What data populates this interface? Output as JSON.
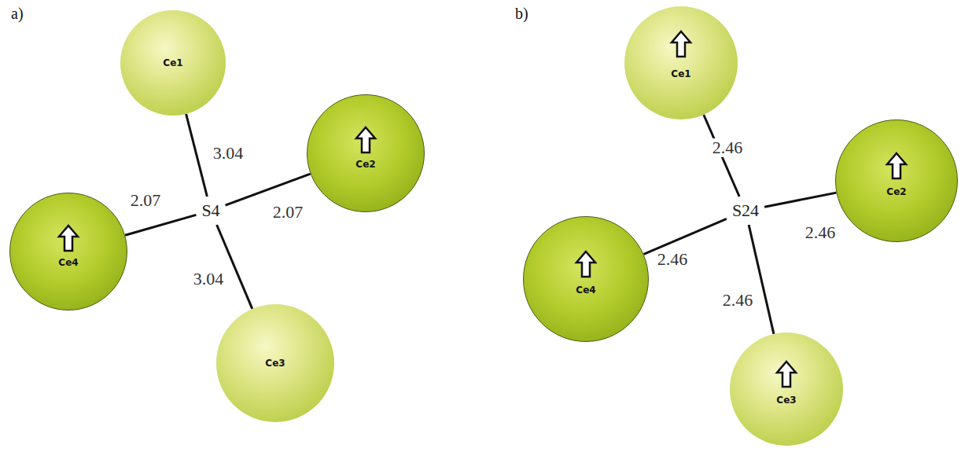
{
  "diagram": {
    "nodes": [
      {
        "text": [
          "Ce1"
        ]
      },
      {
        "text": [
          "Ce2"
        ]
      },
      {
        "text": [
          "S4"
        ]
      },
      {
        "text": [
          "Ce4"
        ]
      },
      {
        "text": [
          "Ce3"
        ]
      },
      {
        "text": [
          "Ce1"
        ]
      },
      {
        "text": [
          "Ce2"
        ]
      },
      {
        "text": [
          "S24"
        ]
      },
      {
        "text": [
          "Ce4"
        ]
      },
      {
        "text": [
          "Ce3"
        ]
      }
    ],
    "edges": [
      {
        "from": 2,
        "to": 0,
        "arrow": "none",
        "label": "3.04"
      },
      {
        "from": 2,
        "to": 1,
        "arrow": "none",
        "label": "2.07"
      },
      {
        "from": 2,
        "to": 3,
        "arrow": "none",
        "label": "2.07"
      },
      {
        "from": 2,
        "to": 4,
        "arrow": "none",
        "label": "3.04"
      },
      {
        "from": 7,
        "to": 5,
        "arrow": "none",
        "label": "2.46"
      },
      {
        "from": 7,
        "to": 6,
        "arrow": "none",
        "label": "2.46"
      },
      {
        "from": 7,
        "to": 8,
        "arrow": "none",
        "label": "2.46"
      },
      {
        "from": 7,
        "to": 9,
        "arrow": "none",
        "label": "2.46"
      }
    ],
    "labels": [
      "a)",
      "b)"
    ]
  }
}
